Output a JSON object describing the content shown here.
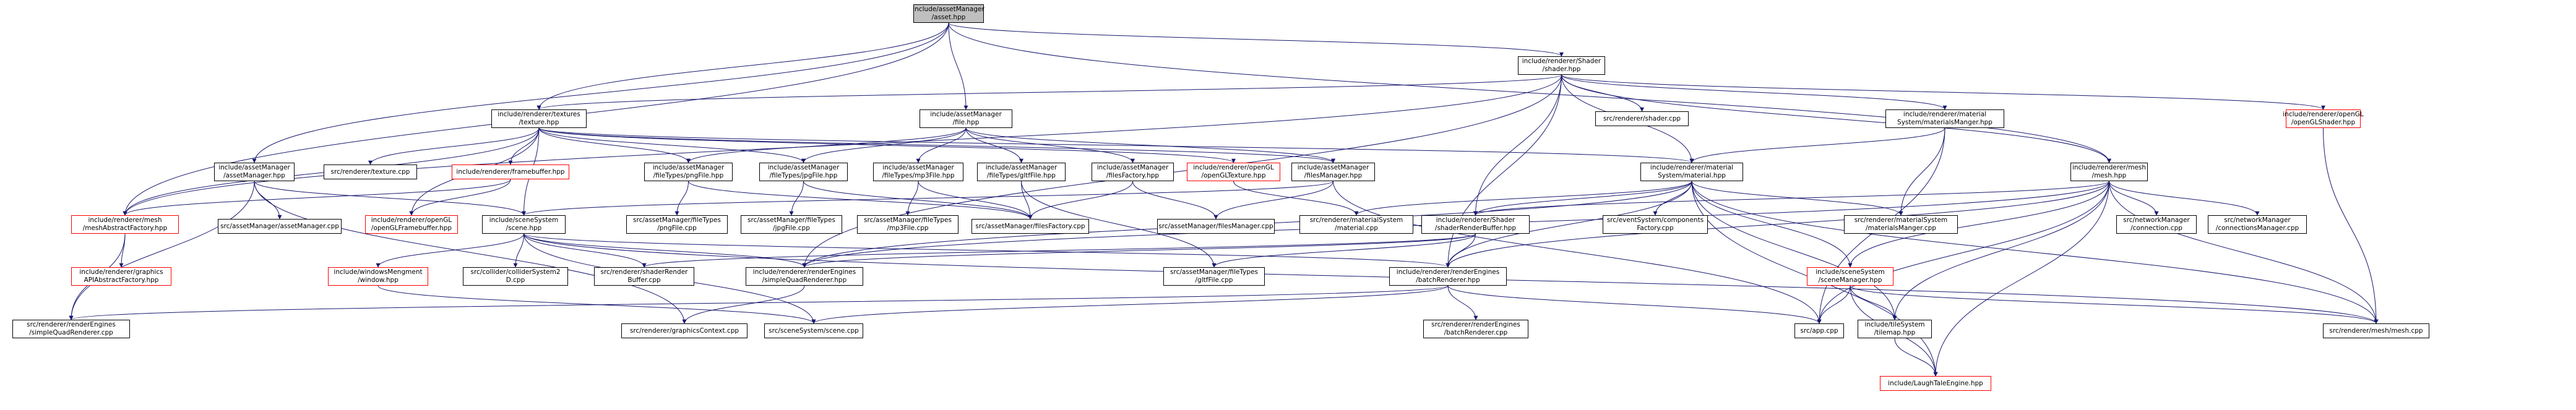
{
  "colors": {
    "edge": "#191970",
    "node_border": "#000000",
    "truncated_node_border": "#ff0000",
    "root_fill": "#bfbfbf",
    "node_fill": "#ffffff"
  },
  "nodes": [
    {
      "id": "asset",
      "lines": [
        "include/assetManager",
        "/asset.hpp"
      ],
      "style": "root"
    },
    {
      "id": "shader",
      "lines": [
        "include/renderer/Shader",
        "/shader.hpp"
      ],
      "style": "normal"
    },
    {
      "id": "texture",
      "lines": [
        "include/renderer/textures",
        "/texture.hpp"
      ],
      "style": "normal"
    },
    {
      "id": "file",
      "lines": [
        "include/assetManager",
        "/file.hpp"
      ],
      "style": "normal"
    },
    {
      "id": "shader_cpp",
      "lines": [
        "src/renderer/shader.cpp"
      ],
      "style": "normal"
    },
    {
      "id": "materials_mgr",
      "lines": [
        "include/renderer/material",
        "System/materialsManger.hpp"
      ],
      "style": "normal"
    },
    {
      "id": "openglshader",
      "lines": [
        "include/renderer/openGL",
        "/openGLShader.hpp"
      ],
      "style": "truncated"
    },
    {
      "id": "assetmanager_hpp",
      "lines": [
        "include/assetManager",
        "/assetManager.hpp"
      ],
      "style": "normal"
    },
    {
      "id": "texture_cpp",
      "lines": [
        "src/renderer/texture.cpp"
      ],
      "style": "normal"
    },
    {
      "id": "framebuffer",
      "lines": [
        "include/renderer/framebuffer.hpp"
      ],
      "style": "truncated"
    },
    {
      "id": "pngfile",
      "lines": [
        "include/assetManager",
        "/fileTypes/pngFile.hpp"
      ],
      "style": "normal"
    },
    {
      "id": "jpgfile",
      "lines": [
        "include/assetManager",
        "/fileTypes/jpgFile.hpp"
      ],
      "style": "normal"
    },
    {
      "id": "mp3file",
      "lines": [
        "include/assetManager",
        "/fileTypes/mp3File.hpp"
      ],
      "style": "normal"
    },
    {
      "id": "gltffile",
      "lines": [
        "include/assetManager",
        "/fileTypes/gltfFile.hpp"
      ],
      "style": "normal"
    },
    {
      "id": "filesfactory",
      "lines": [
        "include/assetManager",
        "/filesFactory.hpp"
      ],
      "style": "normal"
    },
    {
      "id": "opengltexture",
      "lines": [
        "include/renderer/openGL",
        "/openGLTexture.hpp"
      ],
      "style": "truncated"
    },
    {
      "id": "filesmanager",
      "lines": [
        "include/assetManager",
        "/filesManager.hpp"
      ],
      "style": "normal"
    },
    {
      "id": "material",
      "lines": [
        "include/renderer/material",
        "System/material.hpp"
      ],
      "style": "normal"
    },
    {
      "id": "mesh",
      "lines": [
        "include/renderer/mesh",
        "/mesh.hpp"
      ],
      "style": "normal"
    },
    {
      "id": "meshfactory",
      "lines": [
        "include/renderer/mesh",
        "/meshAbstractFactory.hpp"
      ],
      "style": "truncated"
    },
    {
      "id": "assetmanager_cpp",
      "lines": [
        "src/assetManager/assetManager.cpp"
      ],
      "style": "normal"
    },
    {
      "id": "openglfb",
      "lines": [
        "include/renderer/openGL",
        "/openGLFramebuffer.hpp"
      ],
      "style": "truncated"
    },
    {
      "id": "scenesys",
      "lines": [
        "include/sceneSystem",
        "/scene.hpp"
      ],
      "style": "normal"
    },
    {
      "id": "pngfile_cpp",
      "lines": [
        "src/assetManager/fileTypes",
        "/pngFile.cpp"
      ],
      "style": "normal"
    },
    {
      "id": "jpgfile_cpp",
      "lines": [
        "src/assetManager/fileTypes",
        "/jpgFile.cpp"
      ],
      "style": "normal"
    },
    {
      "id": "mp3file_cpp",
      "lines": [
        "src/assetManager/fileTypes",
        "/mp3File.cpp"
      ],
      "style": "normal"
    },
    {
      "id": "filesfactory_cpp",
      "lines": [
        "src/assetManager/filesFactory.cpp"
      ],
      "style": "normal"
    },
    {
      "id": "filesmanager_cpp",
      "lines": [
        "src/assetManager/filesManager.cpp"
      ],
      "style": "normal"
    },
    {
      "id": "material_cpp",
      "lines": [
        "src/renderer/materialSystem",
        "/material.cpp"
      ],
      "style": "normal"
    },
    {
      "id": "srb",
      "lines": [
        "include/renderer/Shader",
        "/shaderRenderBuffer.hpp"
      ],
      "style": "normal"
    },
    {
      "id": "compfactory",
      "lines": [
        "src/eventSystem/components",
        "Factory.cpp"
      ],
      "style": "normal"
    },
    {
      "id": "matsmgr_cpp",
      "lines": [
        "src/renderer/materialSystem",
        "/materialsManger.cpp"
      ],
      "style": "normal"
    },
    {
      "id": "connection_cpp",
      "lines": [
        "src/networkManager",
        "/connection.cpp"
      ],
      "style": "normal"
    },
    {
      "id": "connmgr_cpp",
      "lines": [
        "src/networkManager",
        "/connectionsManager.cpp"
      ],
      "style": "normal"
    },
    {
      "id": "graphicsfactory",
      "lines": [
        "include/renderer/graphics",
        "APIAbstractFactory.hpp"
      ],
      "style": "truncated"
    },
    {
      "id": "windowmgr",
      "lines": [
        "include/windowsMengment",
        "/window.hpp"
      ],
      "style": "truncated"
    },
    {
      "id": "collider_cpp",
      "lines": [
        "src/collider/colliderSystem2",
        "D.cpp"
      ],
      "style": "normal"
    },
    {
      "id": "srb_cpp",
      "lines": [
        "src/renderer/shaderRender",
        "Buffer.cpp"
      ],
      "style": "normal"
    },
    {
      "id": "sqr",
      "lines": [
        "include/renderer/renderEngines",
        "/simpleQuadRenderer.hpp"
      ],
      "style": "normal"
    },
    {
      "id": "gltffile_cpp",
      "lines": [
        "src/assetManager/fileTypes",
        "/gltfFile.cpp"
      ],
      "style": "normal"
    },
    {
      "id": "batchrenderer",
      "lines": [
        "include/renderer/renderEngines",
        "/batchRenderer.hpp"
      ],
      "style": "normal"
    },
    {
      "id": "scenemgr",
      "lines": [
        "include/sceneSystem",
        "/sceneManager.hpp"
      ],
      "style": "truncated"
    },
    {
      "id": "sqr_cpp",
      "lines": [
        "src/renderer/renderEngines",
        "/simpleQuadRenderer.cpp"
      ],
      "style": "normal"
    },
    {
      "id": "graphicsctx_cpp",
      "lines": [
        "src/renderer/graphicsContext.cpp"
      ],
      "style": "normal"
    },
    {
      "id": "scene_cpp",
      "lines": [
        "src/sceneSystem/scene.cpp"
      ],
      "style": "normal"
    },
    {
      "id": "batchrenderer_cpp",
      "lines": [
        "src/renderer/renderEngines",
        "/batchRenderer.cpp"
      ],
      "style": "normal"
    },
    {
      "id": "app_cpp",
      "lines": [
        "src/app.cpp"
      ],
      "style": "normal"
    },
    {
      "id": "tilemap",
      "lines": [
        "include/tileSystem",
        "/tilemap.hpp"
      ],
      "style": "normal"
    },
    {
      "id": "mesh_cpp",
      "lines": [
        "src/renderer/mesh/mesh.cpp"
      ],
      "style": "normal"
    },
    {
      "id": "engine",
      "lines": [
        "include/LaughTaleEngine.hpp"
      ],
      "style": "truncated"
    }
  ],
  "edges": [
    [
      "asset",
      "shader"
    ],
    [
      "asset",
      "texture"
    ],
    [
      "asset",
      "file"
    ],
    [
      "asset",
      "mesh"
    ],
    [
      "asset",
      "assetmanager_hpp"
    ],
    [
      "asset",
      "meshfactory"
    ],
    [
      "shader",
      "shader_cpp"
    ],
    [
      "shader",
      "materials_mgr"
    ],
    [
      "shader",
      "openglshader"
    ],
    [
      "shader",
      "material"
    ],
    [
      "shader",
      "mesh"
    ],
    [
      "shader",
      "texture"
    ],
    [
      "shader",
      "srb"
    ],
    [
      "shader",
      "batchrenderer"
    ],
    [
      "shader",
      "meshfactory"
    ],
    [
      "shader",
      "sqr"
    ],
    [
      "texture",
      "texture_cpp"
    ],
    [
      "texture",
      "framebuffer"
    ],
    [
      "texture",
      "pngfile"
    ],
    [
      "texture",
      "jpgfile"
    ],
    [
      "texture",
      "opengltexture"
    ],
    [
      "texture",
      "filesmanager"
    ],
    [
      "texture",
      "material"
    ],
    [
      "texture",
      "meshfactory"
    ],
    [
      "texture",
      "openglfb"
    ],
    [
      "texture",
      "scenesys"
    ],
    [
      "file",
      "pngfile"
    ],
    [
      "file",
      "jpgfile"
    ],
    [
      "file",
      "mp3file"
    ],
    [
      "file",
      "gltffile"
    ],
    [
      "file",
      "filesfactory"
    ],
    [
      "file",
      "filesmanager"
    ],
    [
      "materials_mgr",
      "material"
    ],
    [
      "materials_mgr",
      "matsmgr_cpp"
    ],
    [
      "materials_mgr",
      "app_cpp"
    ],
    [
      "openglshader",
      "mesh_cpp"
    ],
    [
      "assetmanager_hpp",
      "assetmanager_cpp"
    ],
    [
      "assetmanager_hpp",
      "scenesys"
    ],
    [
      "assetmanager_hpp",
      "graphicsctx_cpp"
    ],
    [
      "assetmanager_hpp",
      "sqr_cpp"
    ],
    [
      "framebuffer",
      "openglfb"
    ],
    [
      "framebuffer",
      "meshfactory"
    ],
    [
      "pngfile",
      "pngfile_cpp"
    ],
    [
      "pngfile",
      "filesfactory_cpp"
    ],
    [
      "jpgfile",
      "jpgfile_cpp"
    ],
    [
      "jpgfile",
      "filesfactory_cpp"
    ],
    [
      "mp3file",
      "mp3file_cpp"
    ],
    [
      "mp3file",
      "filesfactory_cpp"
    ],
    [
      "gltffile",
      "filesfactory_cpp"
    ],
    [
      "gltffile",
      "gltffile_cpp"
    ],
    [
      "filesfactory",
      "filesfactory_cpp"
    ],
    [
      "filesfactory",
      "filesmanager_cpp"
    ],
    [
      "opengltexture",
      "material_cpp"
    ],
    [
      "filesmanager",
      "filesmanager_cpp"
    ],
    [
      "filesmanager",
      "scenesys"
    ],
    [
      "filesmanager",
      "app_cpp"
    ],
    [
      "material",
      "material_cpp"
    ],
    [
      "material",
      "srb"
    ],
    [
      "material",
      "compfactory"
    ],
    [
      "material",
      "matsmgr_cpp"
    ],
    [
      "material",
      "scenemgr"
    ],
    [
      "material",
      "batchrenderer"
    ],
    [
      "material",
      "tilemap"
    ],
    [
      "material",
      "engine"
    ],
    [
      "material",
      "mesh_cpp"
    ],
    [
      "material",
      "sqr"
    ],
    [
      "mesh",
      "connection_cpp"
    ],
    [
      "mesh",
      "connmgr_cpp"
    ],
    [
      "mesh",
      "mesh_cpp"
    ],
    [
      "mesh",
      "srb"
    ],
    [
      "mesh",
      "batchrenderer"
    ],
    [
      "mesh",
      "scenemgr"
    ],
    [
      "mesh",
      "tilemap"
    ],
    [
      "mesh",
      "engine"
    ],
    [
      "mesh",
      "app_cpp"
    ],
    [
      "mesh",
      "sqr"
    ],
    [
      "meshfactory",
      "graphicsfactory"
    ],
    [
      "meshfactory",
      "sqr_cpp"
    ],
    [
      "scenesys",
      "windowmgr"
    ],
    [
      "scenesys",
      "collider_cpp"
    ],
    [
      "scenesys",
      "srb_cpp"
    ],
    [
      "scenesys",
      "sqr"
    ],
    [
      "scenesys",
      "scene_cpp"
    ],
    [
      "scenesys",
      "batchrenderer"
    ],
    [
      "scenesys",
      "mesh_cpp"
    ],
    [
      "windowmgr",
      "scene_cpp"
    ],
    [
      "srb",
      "srb_cpp"
    ],
    [
      "srb",
      "gltffile_cpp"
    ],
    [
      "srb",
      "sqr"
    ],
    [
      "srb",
      "batchrenderer"
    ],
    [
      "sqr",
      "graphicsctx_cpp"
    ],
    [
      "batchrenderer",
      "batchrenderer_cpp"
    ],
    [
      "batchrenderer",
      "app_cpp"
    ],
    [
      "batchrenderer",
      "scene_cpp"
    ],
    [
      "batchrenderer",
      "sqr_cpp"
    ],
    [
      "scenemgr",
      "app_cpp"
    ],
    [
      "scenemgr",
      "tilemap"
    ],
    [
      "scenemgr",
      "engine"
    ],
    [
      "scenemgr",
      "mesh_cpp"
    ],
    [
      "tilemap",
      "engine"
    ]
  ]
}
